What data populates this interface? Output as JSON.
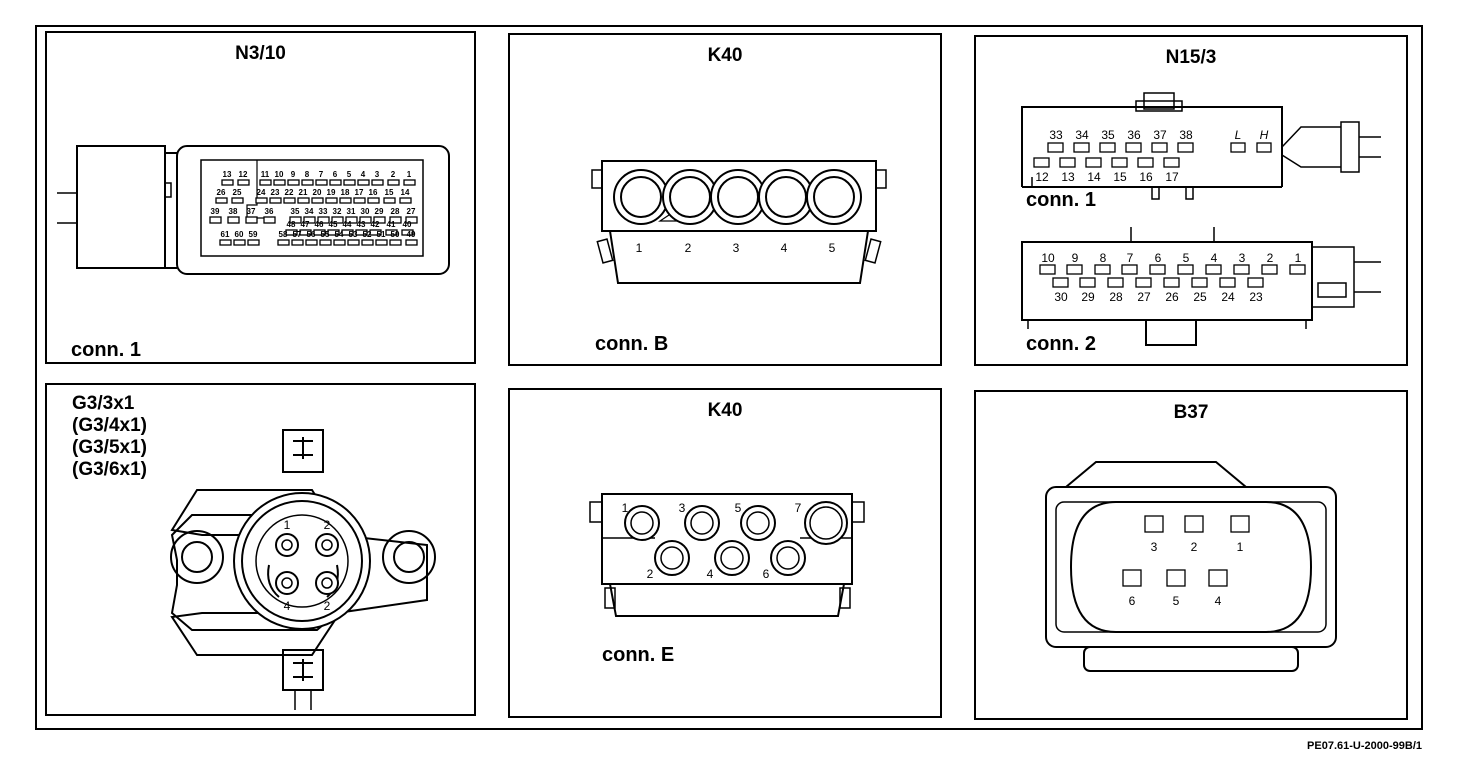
{
  "panels": {
    "n310": {
      "title": "N3/10",
      "conn_label": "conn. 1",
      "pins": [
        "13",
        "12",
        "11",
        "10",
        "9",
        "8",
        "7",
        "6",
        "5",
        "4",
        "3",
        "2",
        "1",
        "26",
        "25",
        "24",
        "23",
        "22",
        "21",
        "20",
        "19",
        "18",
        "17",
        "16",
        "15",
        "14",
        "39",
        "38",
        "37",
        "36",
        "35",
        "34",
        "33",
        "32",
        "31",
        "30",
        "29",
        "28",
        "27",
        "48",
        "47",
        "46",
        "45",
        "44",
        "43",
        "42",
        "41",
        "40",
        "61",
        "60",
        "59",
        "58",
        "57",
        "56",
        "55",
        "54",
        "53",
        "52",
        "51",
        "50",
        "49"
      ]
    },
    "k40b": {
      "title": "K40",
      "conn_label": "conn. B",
      "pins": [
        "1",
        "2",
        "3",
        "4",
        "5"
      ]
    },
    "n153": {
      "title": "N15/3",
      "conn1_label": "conn. 1",
      "conn1_top": [
        "33",
        "34",
        "35",
        "36",
        "37",
        "38"
      ],
      "conn1_lh": [
        "L",
        "H"
      ],
      "conn1_bottom": [
        "12",
        "13",
        "14",
        "15",
        "16",
        "17"
      ],
      "conn2_label": "conn. 2",
      "conn2_top": [
        "10",
        "9",
        "8",
        "7",
        "6",
        "5",
        "4",
        "3",
        "2",
        "1"
      ],
      "conn2_bottom": [
        "30",
        "29",
        "28",
        "27",
        "26",
        "25",
        "24",
        "23"
      ]
    },
    "g33": {
      "titles": [
        "G3/3x1",
        "(G3/4x1)",
        "(G3/5x1)",
        "(G3/6x1)"
      ],
      "pins": [
        "1",
        "2",
        "4",
        "2"
      ]
    },
    "k40e": {
      "title": "K40",
      "conn_label": "conn. E",
      "top_pins": [
        "1",
        "3",
        "5",
        "7"
      ],
      "bottom_pins": [
        "2",
        "4",
        "6"
      ]
    },
    "b37": {
      "title": "B37",
      "top_pins": [
        "3",
        "2",
        "1"
      ],
      "bottom_pins": [
        "6",
        "5",
        "4"
      ]
    }
  },
  "footer": "PE07.61-U-2000-99B/1",
  "colors": {
    "line": "#000000",
    "background": "#ffffff"
  }
}
